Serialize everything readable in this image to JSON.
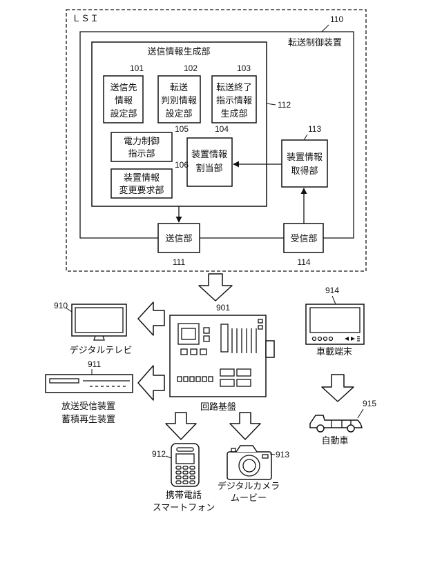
{
  "lsi": {
    "label": "ＬＳＩ",
    "ref": "110",
    "controller_label": "転送制御装置",
    "generator": {
      "title": "送信情報生成部",
      "ref": "112",
      "blocks": [
        {
          "ref": "101",
          "lines": [
            "送信先",
            "情報",
            "設定部"
          ]
        },
        {
          "ref": "102",
          "lines": [
            "転送",
            "判別情報",
            "設定部"
          ]
        },
        {
          "ref": "103",
          "lines": [
            "転送終了",
            "指示情報",
            "生成部"
          ]
        },
        {
          "ref": "105",
          "lines": [
            "電力制御",
            "指示部"
          ]
        },
        {
          "ref": "104",
          "lines": [
            "装置情報",
            "割当部"
          ]
        },
        {
          "ref": "106",
          "lines": [
            "装置情報",
            "変更要求部"
          ]
        }
      ]
    },
    "acquisition": {
      "ref": "113",
      "lines": [
        "装置情報",
        "取得部"
      ]
    },
    "transmitter": {
      "ref": "111",
      "label": "送信部"
    },
    "receiver": {
      "ref": "114",
      "label": "受信部"
    }
  },
  "devices": {
    "circuit_board": {
      "ref": "901",
      "label": "回路基盤"
    },
    "tv": {
      "ref": "910",
      "label": "デジタルテレビ"
    },
    "recorder": {
      "ref": "911",
      "lines": [
        "放送受信装置",
        "蓄積再生装置"
      ]
    },
    "phone": {
      "ref": "912",
      "lines": [
        "携帯電話",
        "スマートフォン"
      ]
    },
    "camera": {
      "ref": "913",
      "lines": [
        "デジタルカメラ",
        "ムービー"
      ]
    },
    "car_terminal": {
      "ref": "914",
      "label": "車載端末"
    },
    "car": {
      "ref": "915",
      "label": "自動車"
    }
  }
}
